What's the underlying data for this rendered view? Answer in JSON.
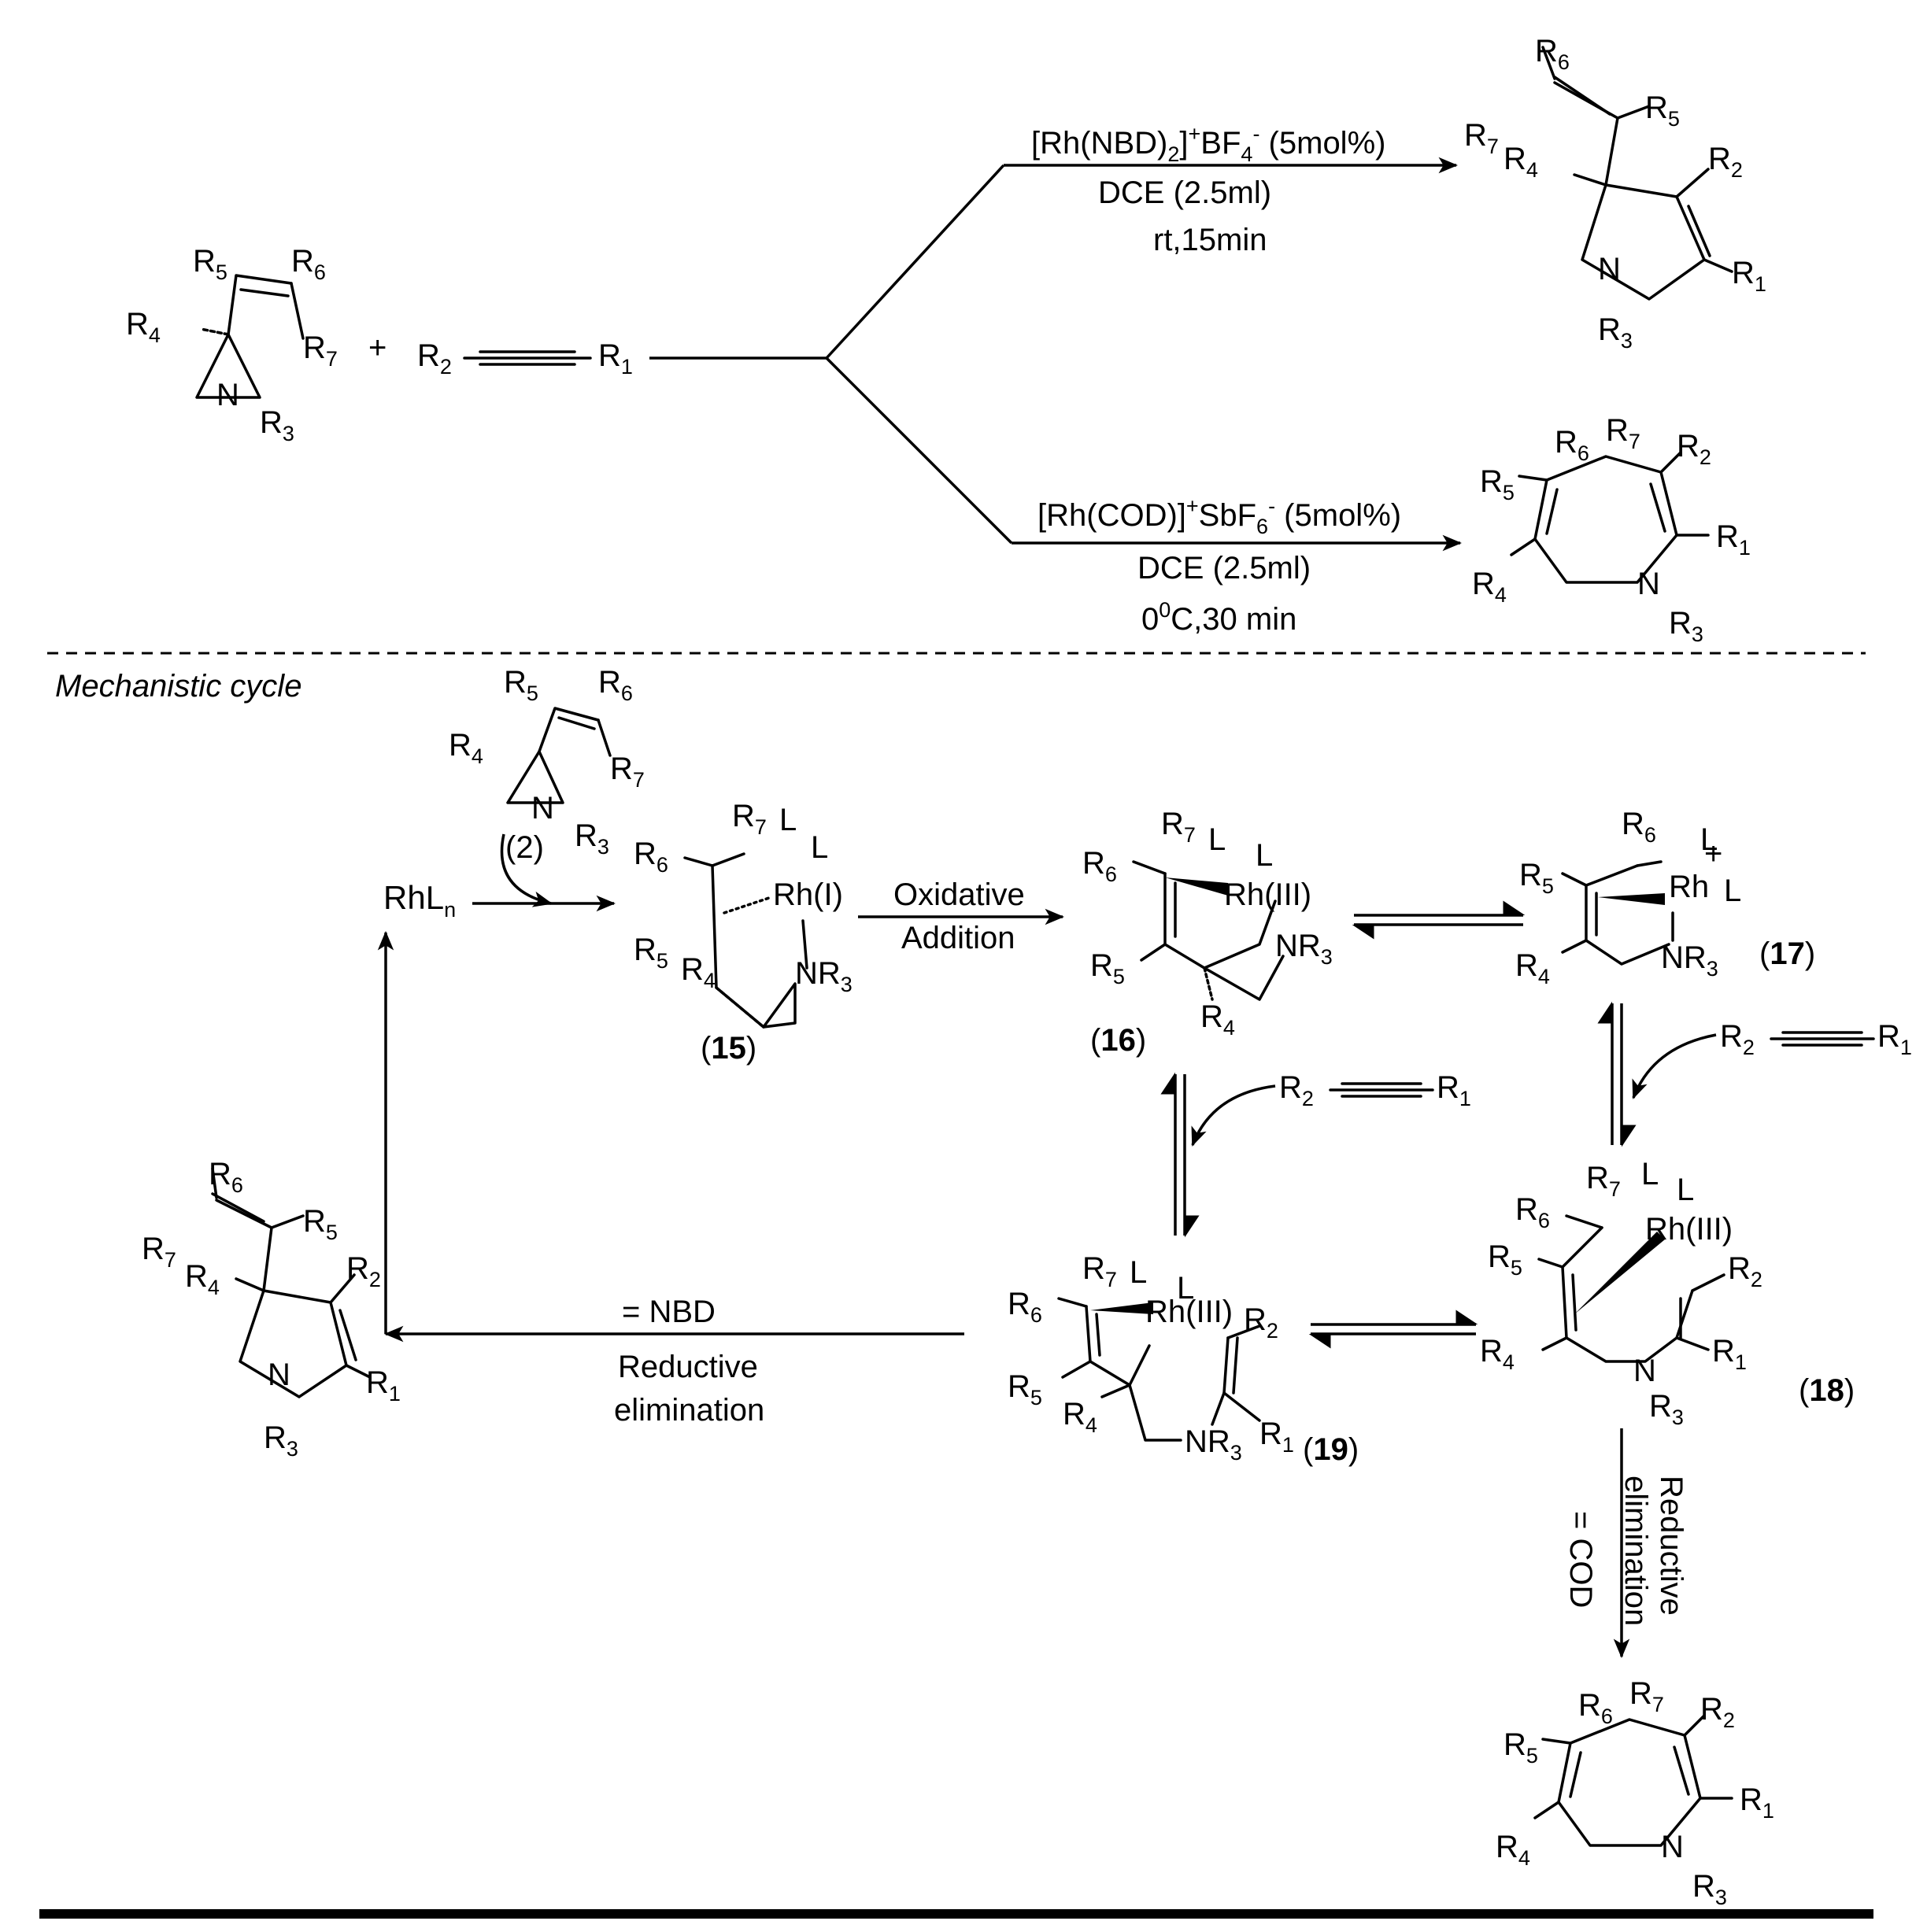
{
  "substituents": {
    "R1": "R1",
    "R2": "R2",
    "R3": "R3",
    "R4": "R4",
    "R5": "R5",
    "R6": "R6",
    "R7": "R7"
  },
  "atoms": {
    "N": "N",
    "NR3": "NR3",
    "L": "L",
    "plus": "+"
  },
  "top": {
    "plus_sign": "+",
    "upper_conditions": {
      "line1": "[Rh(NBD)2]+BF4- (5mol%)",
      "catalyst": "[Rh(NBD)",
      "catalyst_sub": "2",
      "catalyst_sup": "+",
      "counterion": "BF",
      "counterion_sub": "4",
      "counterion_sup": "-",
      "loading": " (5mol%)",
      "solvent": "DCE (2.5ml)",
      "time": "rt,15min"
    },
    "lower_conditions": {
      "line1": "[Rh(COD)]+SbF6- (5mol%)",
      "catalyst": "[Rh(COD)]",
      "catalyst_sup": "+",
      "counterion": "SbF",
      "counterion_sub": "6",
      "counterion_sup": "-",
      "loading": " (5mol%)",
      "solvent": "DCE (2.5ml)",
      "temp": "0",
      "temp_sup": "0",
      "temp_rest": "C,30 min"
    }
  },
  "cycle": {
    "title": "Mechanistic cycle",
    "catalyst": "RhL",
    "catalyst_sub": "n",
    "reagent_label": "(2)",
    "rh1": "Rh(I)",
    "rh3": "Rh(III)",
    "rh": "Rh",
    "step_oxidative_1": "Oxidative",
    "step_oxidative_2": "Addition",
    "nbd_label": "= NBD",
    "reductive_1": "Reductive",
    "reductive_2": "elimination",
    "cod_label": "= COD",
    "compounds": {
      "c15": "15",
      "c16": "16",
      "c17": "17",
      "c18": "18",
      "c19": "19"
    }
  }
}
